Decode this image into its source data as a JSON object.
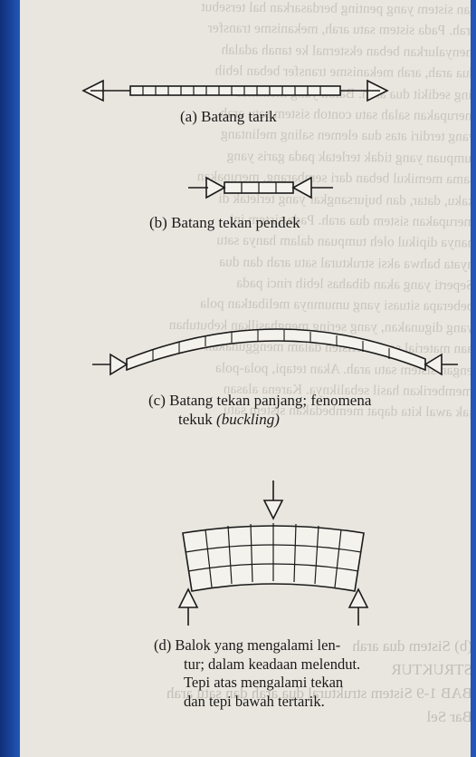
{
  "captions": {
    "a": "(a)  Batang tarik",
    "b": "(b)  Batang tekan pendek",
    "c_line1": "(c)  Batang tekan panjang; fenomena",
    "c_line2_plain": "tekuk ",
    "c_line2_italic": "(buckling)",
    "d_line1": "(d)  Balok yang mengalami len-",
    "d_line2": "tur; dalam keadaan melendut.",
    "d_line3": "Tepi atas mengalami tekan",
    "d_line4": "dan tepi bawah tertarik."
  },
  "background_text": {
    "lines": [
      "gan sistem yang penting berdasarkan hal tersebut",
      "arah. Pada sistem satu arah, mekanisme transfer",
      "menyalurkan beban eksternal ke tanah adalah",
      "dua arah, arah mekanisme transfer beban lebih",
      "ling sedikit dua arah. Balok yang memikul",
      "merupakan salah satu contoh sistem satu arah",
      "yang terdiri atas dua elemen saling melintang",
      "tumpuan yang tidak terletak pada garis yang",
      "sama memikul beban dari sembarang, merupakan",
      "kaku, datar, dan bujursangkar yang terletak di",
      "merupakan sistem dua arah. Pada sistem ini",
      "hanya dipikul oleh tumpuan dalam hanya satu",
      "nyata bahwa aksi struktural satu arah dan dua",
      "Seperti yang akan dibahas lebih rinci pada",
      "beberapa situasi yang umumnya melibatkan pola",
      "yang digunakan, yang sering menghasilkan kebutuhan",
      "aan material secara efisien dalam menggunakan",
      "engan sistem satu arah. Akan tetapi, pola-pola",
      "memberikan hasil sebaliknya. Karena alasan",
      "jak awal kita dapat membedakan sistem satu"
    ],
    "lower": [
      "(b) Sistem dua arah",
      "STRUKTUR",
      "BAB 1-9 Sistem struktural dua arah dan satu arah",
      "Bar Sel"
    ]
  }
}
